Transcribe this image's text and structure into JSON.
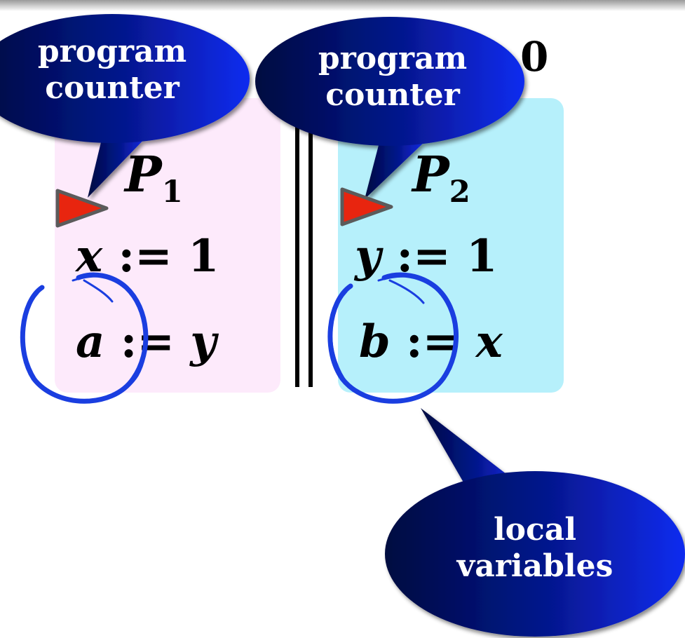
{
  "top_symbol": "0",
  "processes": [
    {
      "name_var": "P",
      "name_sub": "1",
      "lines": [
        {
          "lhs": "x",
          "op": ":=",
          "rhs": "1"
        },
        {
          "lhs": "a",
          "op": ":=",
          "rhs": "y"
        }
      ]
    },
    {
      "name_var": "P",
      "name_sub": "2",
      "lines": [
        {
          "lhs": "y",
          "op": ":=",
          "rhs": "1"
        },
        {
          "lhs": "b",
          "op": ":=",
          "rhs": "x"
        }
      ]
    }
  ],
  "callouts": {
    "pc_left": {
      "line1": "program",
      "line2": "counter"
    },
    "pc_right": {
      "line1": "program",
      "line2": "counter"
    },
    "locals": {
      "line1": "local",
      "line2": "variables"
    }
  },
  "colors": {
    "p1_background": "#fdeafb",
    "p2_background": "#b6f0fb",
    "callout_dark": "#020a40",
    "callout_bright": "#0b2cf0",
    "pc_marker": "#e8250f",
    "circle_annotation": "#1a3ee0"
  },
  "icons": {
    "pc_marker": "play-triangle-icon",
    "local_circle": "hand-drawn-circle-icon"
  }
}
